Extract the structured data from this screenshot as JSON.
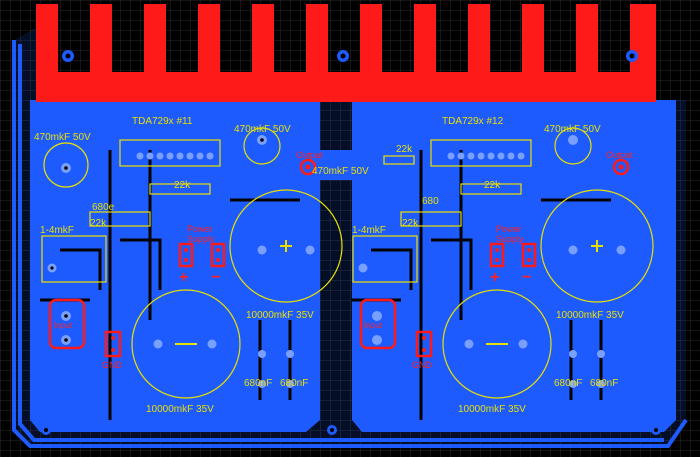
{
  "colors": {
    "background": "#000000",
    "grid": "#2a2a2a",
    "copper_bottom": "#1e5bff",
    "copper_top": "#ff1a1a",
    "silkscreen": "#e8e000",
    "pad": "#7aa0ff",
    "pad_hole": "#000000"
  },
  "left_channel": {
    "ic_label": "TDA729x #11",
    "cap_in_left": "470mkF 50V",
    "cap_in_right": "470mkF 50V",
    "output_label": "Output",
    "resistor_22k_top": "22k",
    "resistor_680": "680e",
    "resistor_22k_left": "22k",
    "cap_1_4": "1-4mkF",
    "power_supply_line1": "Power",
    "power_supply_line2": "Supply",
    "plus_sign": "+",
    "minus_sign": "−",
    "cap_big_right": "10000mkF 35V",
    "cap_big_bottom": "10000mkF 35V",
    "input_label": "Input",
    "gnd_label": "GND",
    "cap_680nF_a": "680nF",
    "cap_680nF_b": "680nF"
  },
  "right_channel": {
    "ic_label": "TDA729x #12",
    "cap_in_right": "470mkF 50V",
    "output_label": "Output",
    "resistor_22k_top": "22k",
    "resistor_680": "680",
    "resistor_22k_left": "22k",
    "cap_1_4": "1-4mkF",
    "power_supply_line1": "Power",
    "power_supply_line2": "Supply",
    "plus_sign": "+",
    "minus_sign": "−",
    "cap_big_right": "10000mkF 35V",
    "cap_big_bottom": "10000mkF 35V",
    "input_label": "Input",
    "gnd_label": "GND",
    "cap_680nF_a": "680nF",
    "cap_680nF_b": "680nF"
  },
  "shared": {
    "middle_cap": "470mkF 50V",
    "middle_resistor": "22k"
  }
}
